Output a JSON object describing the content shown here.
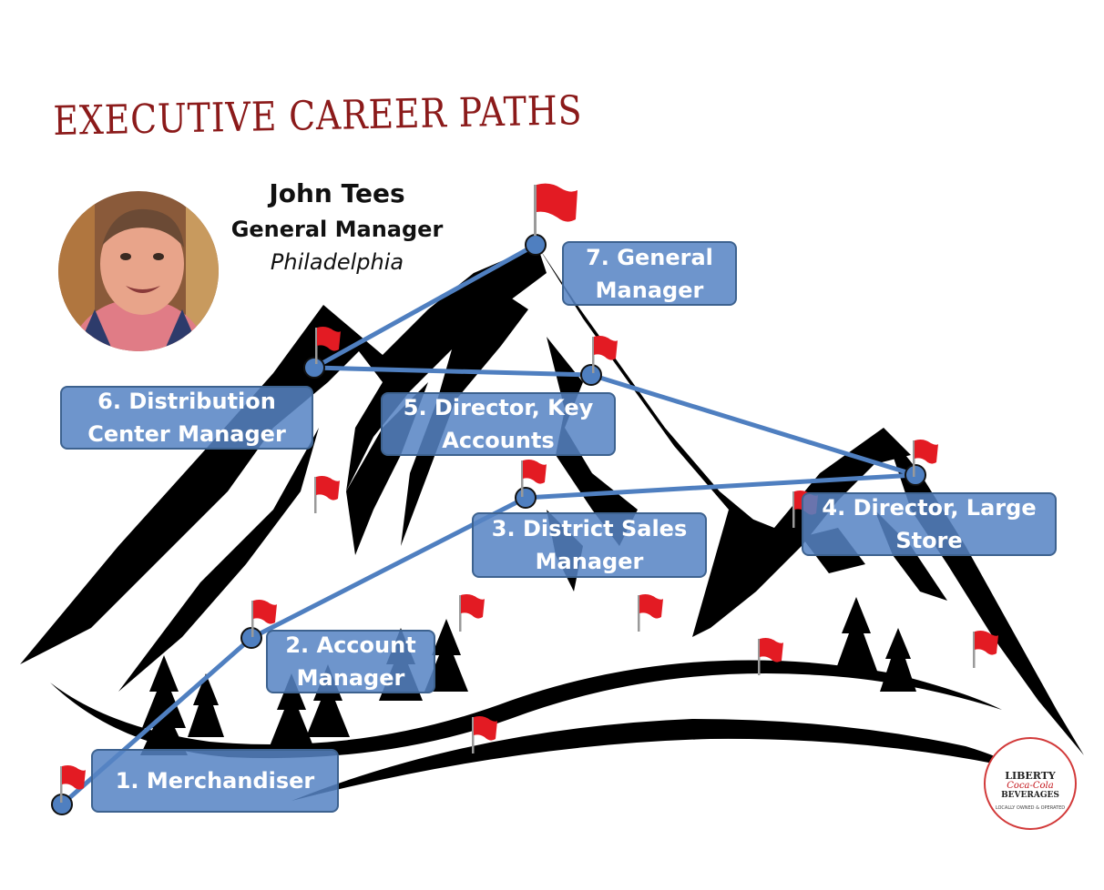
{
  "title": "EXECUTIVE CAREER PATHS",
  "person": {
    "name": "John Tees",
    "role": "General Manager",
    "location": "Philadelphia"
  },
  "steps": [
    {
      "id": "merchandiser",
      "label": "1. Merchandiser"
    },
    {
      "id": "account-manager",
      "label": "2. Account Manager"
    },
    {
      "id": "district-sales-manager",
      "label": "3. District Sales Manager"
    },
    {
      "id": "director-large-store",
      "label": "4. Director, Large Store"
    },
    {
      "id": "director-key-accounts",
      "label": "5. Director, Key Accounts"
    },
    {
      "id": "distribution-center-manager",
      "label": "6. Distribution Center Manager"
    },
    {
      "id": "general-manager",
      "label": "7. General Manager"
    }
  ],
  "logo": {
    "line1": "LIBERTY",
    "line2": "Coca-Cola",
    "line3": "BEVERAGES",
    "line4": "LOCALLY OWNED & OPERATED"
  },
  "colors": {
    "title": "#8b1a1a",
    "box_fill": "#5684c4",
    "path_line": "#4f7fc0",
    "flag": "#e31b23",
    "mountain": "#000000"
  },
  "icons": [
    "flag-icon",
    "node-dot-icon",
    "pine-tree-icon"
  ]
}
